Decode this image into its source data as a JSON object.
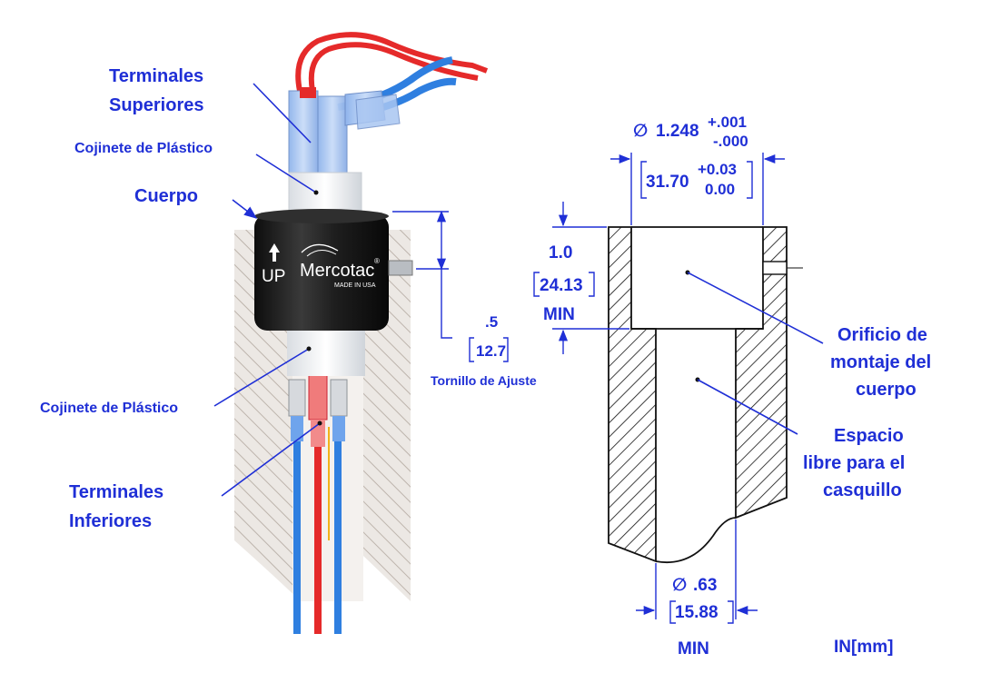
{
  "labels": {
    "terminales_superiores": [
      "Terminales",
      "Superiores"
    ],
    "cojinete_top": "Cojinete de Plástico",
    "cuerpo": "Cuerpo",
    "cojinete_bottom": "Cojinete de Plástico",
    "terminales_inferiores": [
      "Terminales",
      "Inferiores"
    ],
    "tornillo": "Tornillo de Ajuste",
    "orificio": [
      "Orificio de",
      "montaje del",
      "cuerpo"
    ],
    "espacio": [
      "Espacio",
      "libre para el",
      "casquillo"
    ],
    "units": "IN[mm]"
  },
  "product": {
    "brand": "Mercotac",
    "made_in": "MADE IN USA",
    "up_mark": "UP",
    "registered": "®"
  },
  "dimensions": {
    "bore_diameter": {
      "symbol": "∅",
      "value": "1.248",
      "tol_plus": "+.001",
      "tol_minus": "-.000",
      "mm": "31.70",
      "mm_tol_plus": "+0.03",
      "mm_tol_minus": "0.00"
    },
    "bore_depth": {
      "value": "1.0",
      "mm": "24.13",
      "note": "MIN"
    },
    "screw_offset": {
      "value": ".5",
      "mm": "12.7"
    },
    "clearance_diameter": {
      "symbol": "∅",
      "value": ".63",
      "mm": "15.88",
      "note": "MIN"
    }
  },
  "colors": {
    "label_blue": "#1f2fd6",
    "wire_red": "#e52a2a",
    "wire_blue": "#2f7fe0",
    "body": "#1b1b1b"
  }
}
